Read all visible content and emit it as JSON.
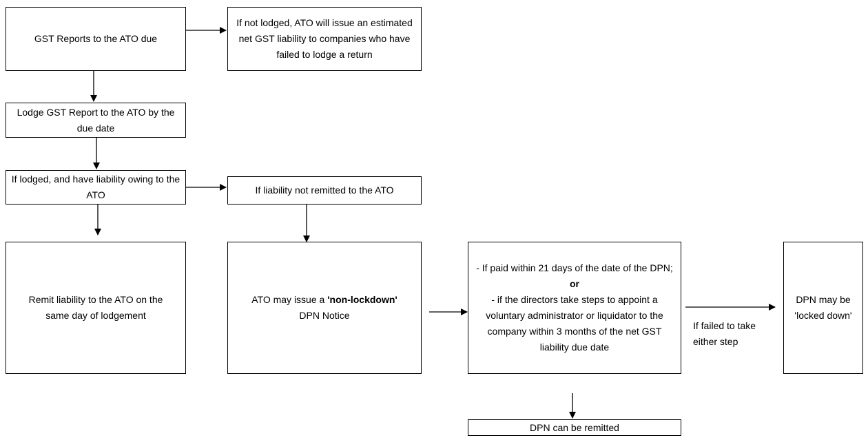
{
  "nodes": {
    "gst_reports_due": "GST Reports to the ATO due",
    "not_lodged": "If not lodged, ATO will issue an estimated net GST liability to companies who have failed to lodge a return",
    "lodge_by_due_date": "Lodge GST Report to the ATO by the due date",
    "lodged_liability_owing": "If lodged, and have liability owing to the ATO",
    "liability_not_remitted": "If liability not remitted to the ATO",
    "remit_same_day": "Remit liability to the ATO on the same day of lodgement",
    "dpn_issue": {
      "prefix": "ATO may issue a ",
      "emphasis": "'non-lockdown'",
      "suffix": " DPN Notice"
    },
    "conditions": {
      "line1": "- If paid within 21 days of the date of the DPN; ",
      "or": "or",
      "line2": "- if the directors take steps to appoint a voluntary administrator or liquidator to the company within 3 months of the net GST liability due date"
    },
    "locked_down": "DPN may be 'locked down'",
    "dpn_remitted": "DPN can be remitted"
  },
  "edge_labels": {
    "failed_either_step": "If failed to take either step"
  }
}
